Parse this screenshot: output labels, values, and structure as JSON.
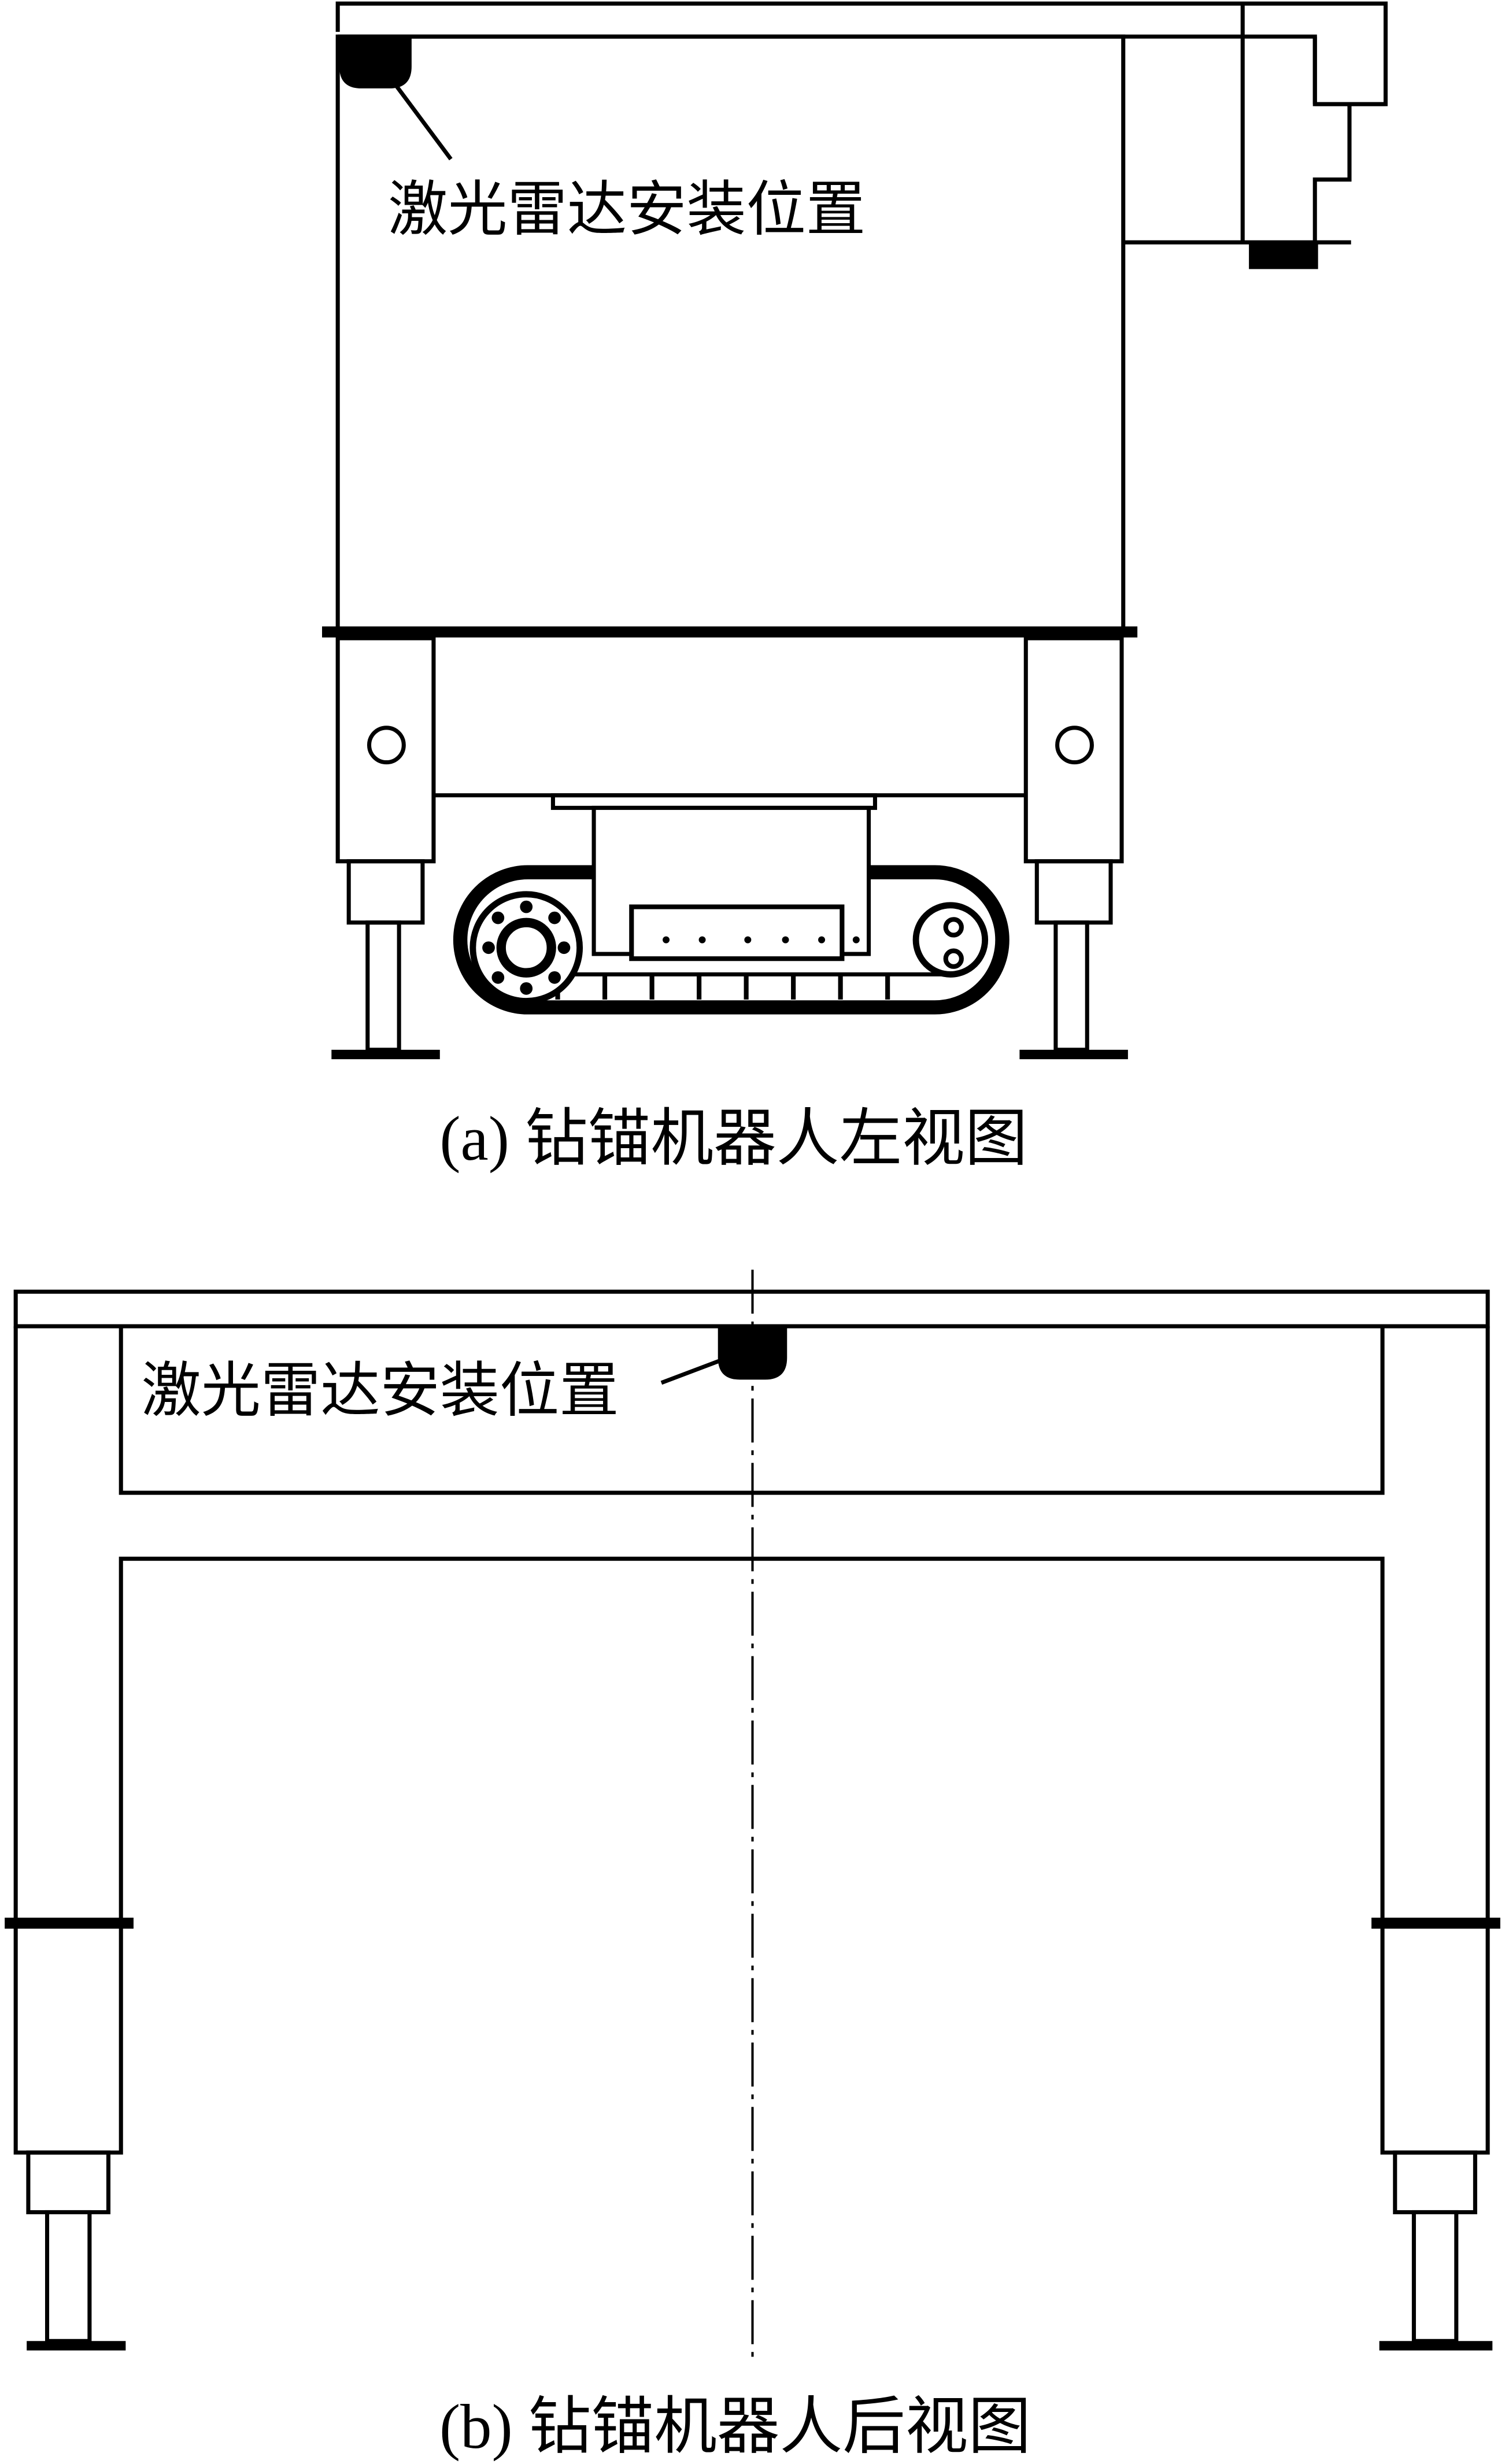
{
  "figure_a": {
    "annotation": "激光雷达安装位置",
    "caption": "(a)  钻锚机器人左视图"
  },
  "figure_b": {
    "annotation": "激光雷达安装位置",
    "caption": "(b)  钻锚机器人后视图"
  },
  "colors": {
    "line": "#000000",
    "background": "#ffffff"
  }
}
